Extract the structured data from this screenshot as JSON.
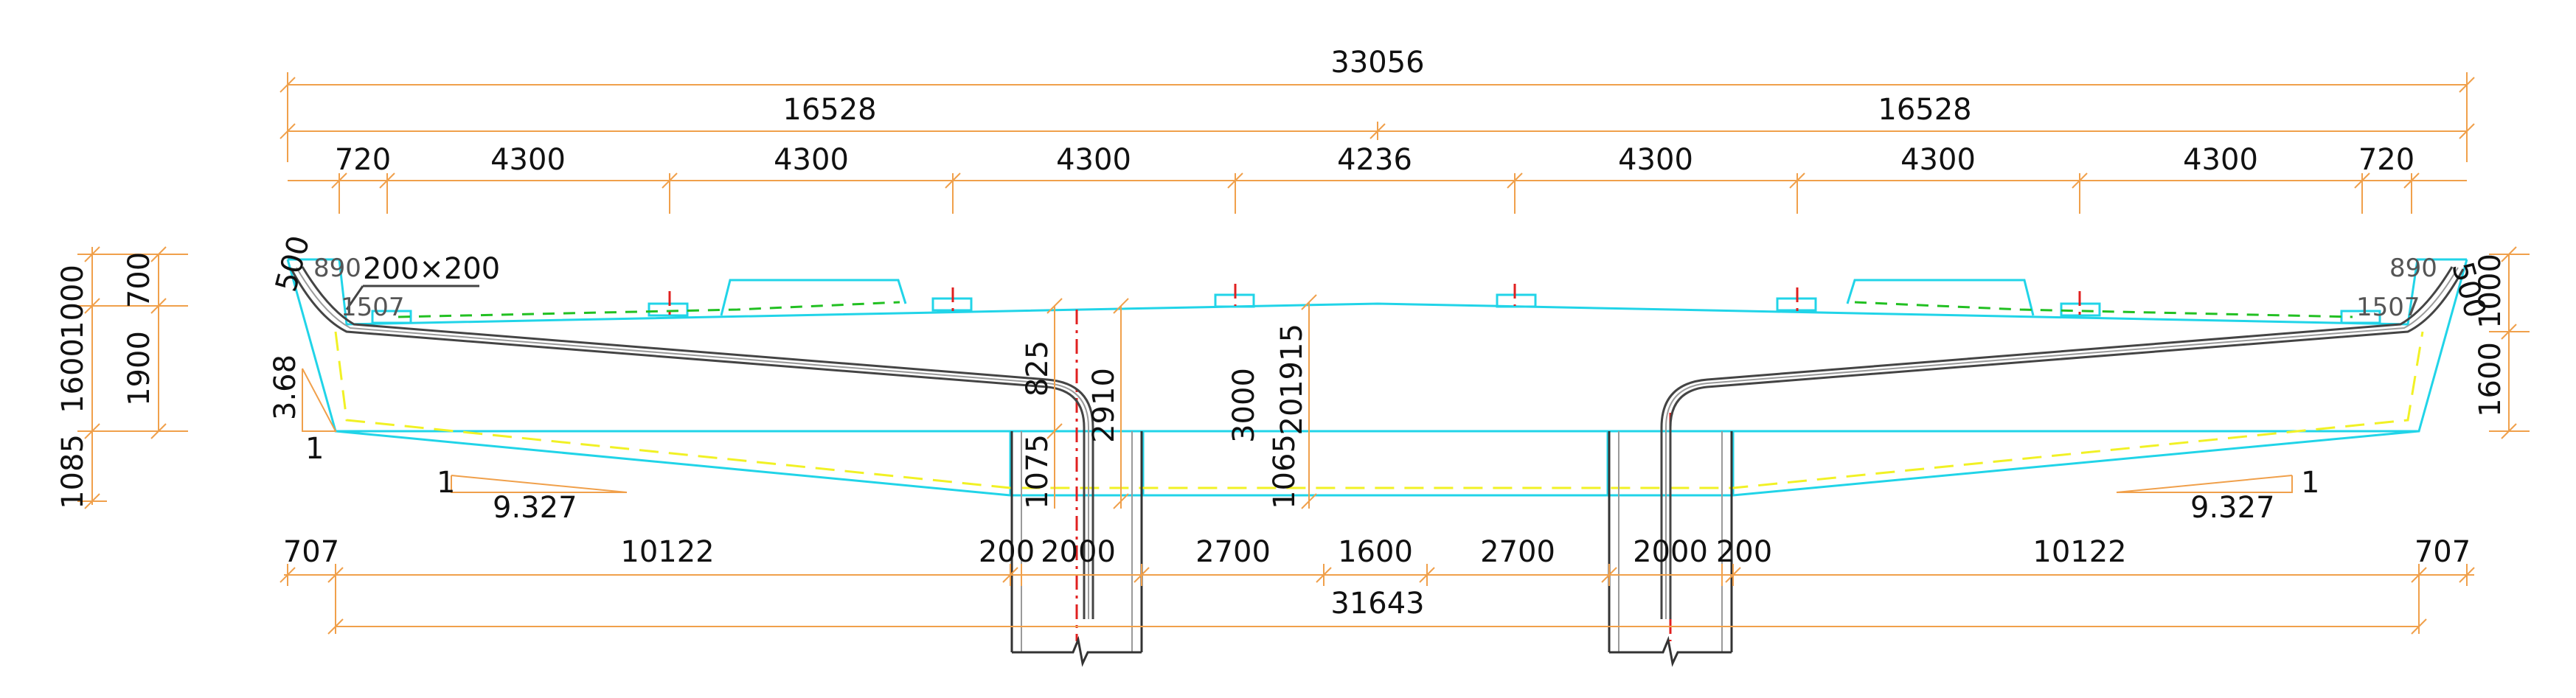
{
  "drawing": {
    "top_dimensions": {
      "overall": "33056",
      "halves": [
        "16528",
        "16528"
      ],
      "segments": [
        "720",
        "4300",
        "4300",
        "4300",
        "4236",
        "4300",
        "4300",
        "4300",
        "720"
      ]
    },
    "bottom_dimensions": {
      "segments": [
        "707",
        "10122",
        "200",
        "2000",
        "2700",
        "1600",
        "2700",
        "2000",
        "200",
        "10122",
        "707"
      ],
      "overall": "31643"
    },
    "left_dimensions": {
      "outer": [
        "1000",
        "1600",
        "1085"
      ],
      "inner": [
        "700",
        "1900"
      ]
    },
    "right_dimensions": [
      "1000",
      "1600"
    ],
    "slopes": {
      "left_web_ratio": "3.68",
      "left_web_unit": "1",
      "left_bottom_unit": "1",
      "left_bottom_ratio": "9.327",
      "right_bottom_unit": "1",
      "right_bottom_ratio": "9.327"
    },
    "annotations": {
      "left_top": "500",
      "left_gray_1": "890",
      "left_box": "200×200",
      "left_gray_2": "1507",
      "right_top": "500",
      "right_gray_1": "890",
      "right_gray_2": "1507"
    },
    "mid_dimensions": {
      "left_pier_vertical_1": "825",
      "left_pier_vertical_2": "1075",
      "left_pier_height": "2910",
      "center_height_1": "3000",
      "center_height_2": "1915",
      "center_height_3": "1065",
      "center_height_4": "20"
    },
    "colors": {
      "dimension": "#f0a04b",
      "outline": "#21d4e8",
      "inner_outline": "#f1f125",
      "pavement_layer": "#22c022",
      "center_line": "#e02020",
      "tendon": "#444444"
    }
  }
}
